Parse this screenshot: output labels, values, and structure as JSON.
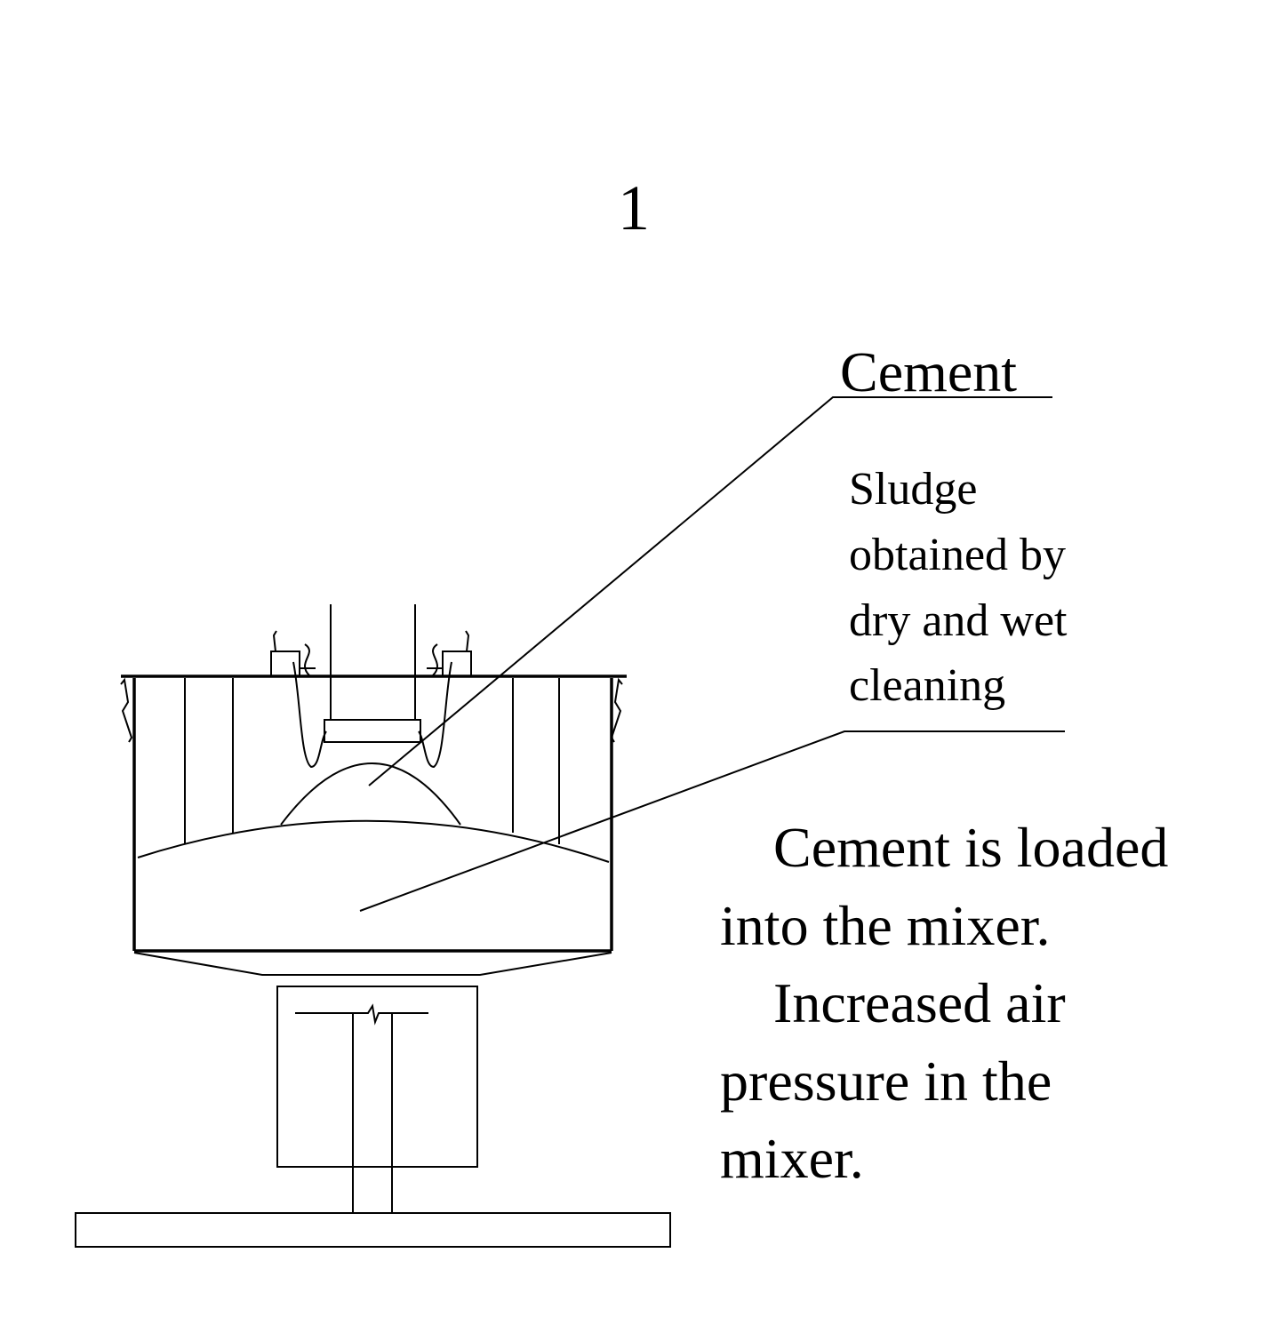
{
  "figure_number": "1",
  "labels": {
    "cement": "Cement",
    "sludge": [
      "Sludge",
      "obtained by",
      "dry and wet",
      "cleaning"
    ]
  },
  "caption": [
    "Cement is loaded",
    "into the mixer.",
    "Increased air",
    "pressure in the",
    "mixer."
  ]
}
